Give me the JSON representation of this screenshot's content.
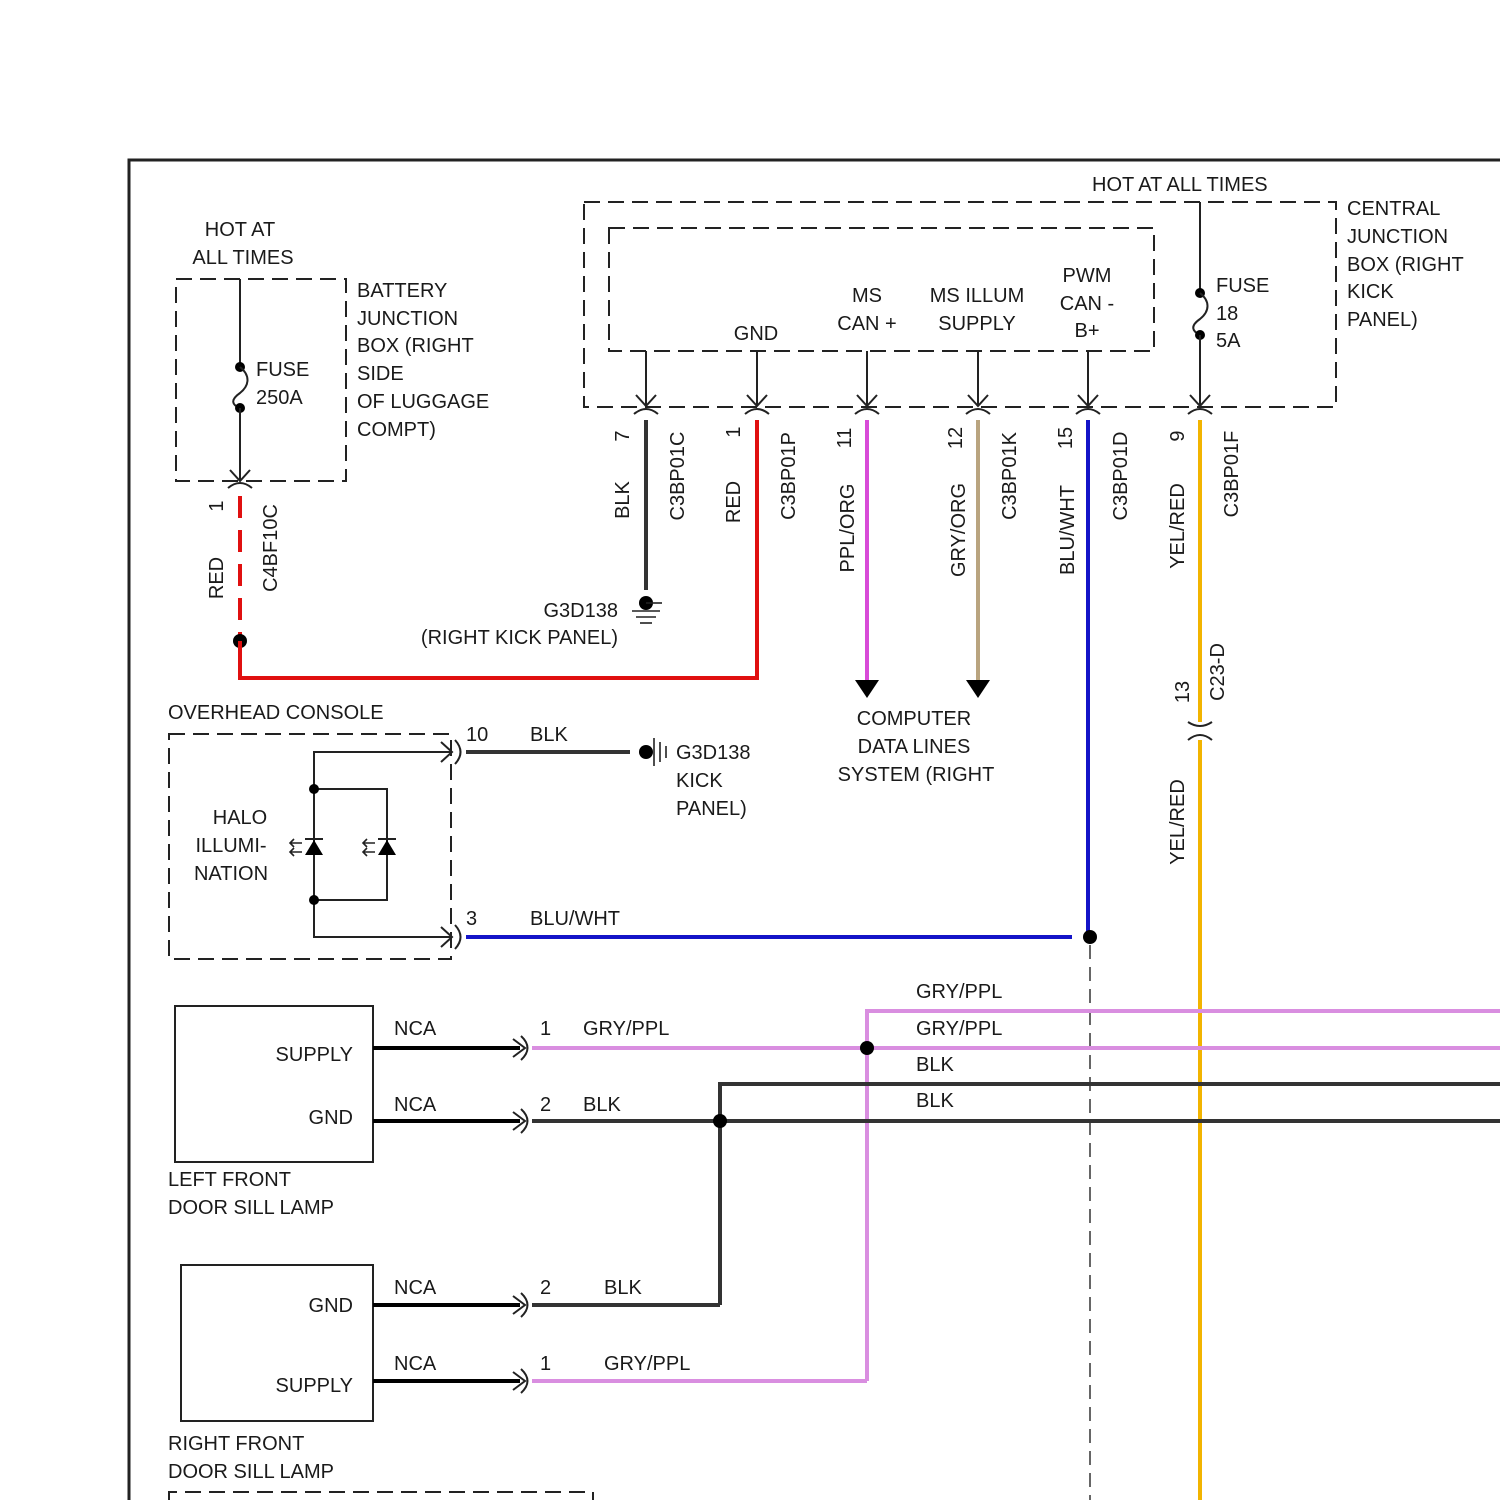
{
  "colors": {
    "RED": "#e01010",
    "BLK": "#333333",
    "PPL/ORG": "#d84bd8",
    "GRY/ORG": "#b9a47f",
    "BLU/WHT": "#1414c8",
    "YEL/RED": "#f2b400",
    "GRY/PPL": "#d98ee0",
    "NCA": "#000000"
  },
  "battery_box": {
    "hot_label": [
      "HOT AT",
      "ALL TIMES"
    ],
    "title": [
      "BATTERY",
      "JUNCTION",
      "BOX (RIGHT",
      "SIDE",
      "OF LUGGAGE",
      "COMPT)"
    ],
    "fuse": [
      "FUSE",
      "250A"
    ],
    "pin": "1",
    "wire_color": "RED",
    "connector": "C4BF10C"
  },
  "central_box": {
    "hot_label": "HOT AT ALL TIMES",
    "title": [
      "CENTRAL",
      "JUNCTION",
      "BOX (RIGHT",
      "KICK",
      "PANEL)"
    ],
    "fuse": [
      "FUSE",
      "18",
      "5A"
    ],
    "inner_labels": {
      "gnd": "GND",
      "ms_can": [
        "MS",
        "CAN +"
      ],
      "ms_illum": [
        "MS ILLUM",
        "SUPPLY"
      ],
      "pwm": [
        "PWM",
        "CAN -",
        "B+"
      ]
    },
    "pins": [
      {
        "pin": "7",
        "color": "BLK",
        "connector": "C3BP01C"
      },
      {
        "pin": "1",
        "color": "RED",
        "connector": "C3BP01P"
      },
      {
        "pin": "11",
        "color": "PPL/ORG",
        "connector": ""
      },
      {
        "pin": "12",
        "color": "GRY/ORG",
        "connector": "C3BP01K"
      },
      {
        "pin": "15",
        "color": "BLU/WHT",
        "connector": "C3BP01D"
      },
      {
        "pin": "9",
        "color": "YEL/RED",
        "connector": "C3BP01F"
      }
    ]
  },
  "ground_1": {
    "id": "G3D138",
    "location": "(RIGHT KICK PANEL)"
  },
  "computer_data": [
    "COMPUTER",
    "DATA LINES",
    "SYSTEM (RIGHT"
  ],
  "inline_connector": {
    "pin": "13",
    "name": "C23-D",
    "color": "YEL/RED"
  },
  "overhead_console": {
    "title": "OVERHEAD CONSOLE",
    "device": [
      "HALO",
      "ILLUMI-",
      "NATION"
    ],
    "pin_top": "10",
    "wire_top": "BLK",
    "ground": [
      "G3D138",
      "KICK",
      "PANEL)"
    ],
    "pin_bottom": "3",
    "wire_bottom": "BLU/WHT"
  },
  "left_lamp": {
    "title": [
      "LEFT FRONT",
      "DOOR SILL LAMP"
    ],
    "rows": [
      {
        "label": "SUPPLY",
        "nca": "NCA",
        "pin": "1",
        "wire": "GRY/PPL"
      },
      {
        "label": "GND",
        "nca": "NCA",
        "pin": "2",
        "wire": "BLK"
      }
    ]
  },
  "right_lamp": {
    "title": [
      "RIGHT FRONT",
      "DOOR SILL LAMP"
    ],
    "rows": [
      {
        "label": "GND",
        "nca": "NCA",
        "pin": "2",
        "wire": "BLK"
      },
      {
        "label": "SUPPLY",
        "nca": "NCA",
        "pin": "1",
        "wire": "GRY/PPL"
      }
    ]
  },
  "bus_labels": [
    "GRY/PPL",
    "GRY/PPL",
    "BLK",
    "BLK"
  ]
}
